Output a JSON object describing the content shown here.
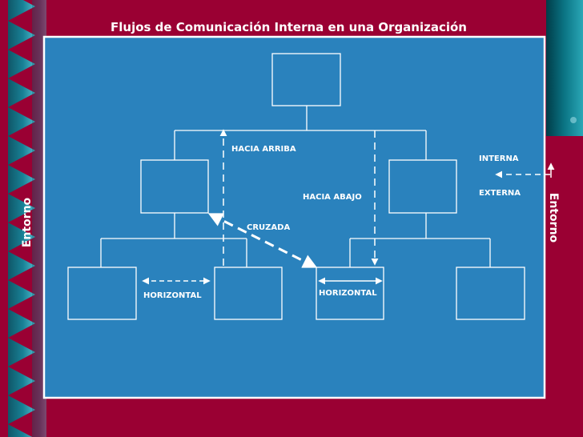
{
  "slide": {
    "title": "Flujos de Comunicación Interna en una Organización",
    "left_side_label": "Entorno",
    "right_side_label": "Entorno"
  },
  "diagram": {
    "labels": {
      "hacia_arriba": "HACIA ARRIBA",
      "hacia_abajo": "HACIA ABAJO",
      "cruzada": "CRUZADA",
      "horizontal_left": "HORIZONTAL",
      "horizontal_right": "HORIZONTAL",
      "interna": "INTERNA",
      "externa": "EXTERNA"
    }
  },
  "colors": {
    "background": "#9a0033",
    "panel": "#2a82bd",
    "line": "#ffffff",
    "stripe_dark": "#00606e",
    "stripe_light": "#3ec8d8"
  }
}
